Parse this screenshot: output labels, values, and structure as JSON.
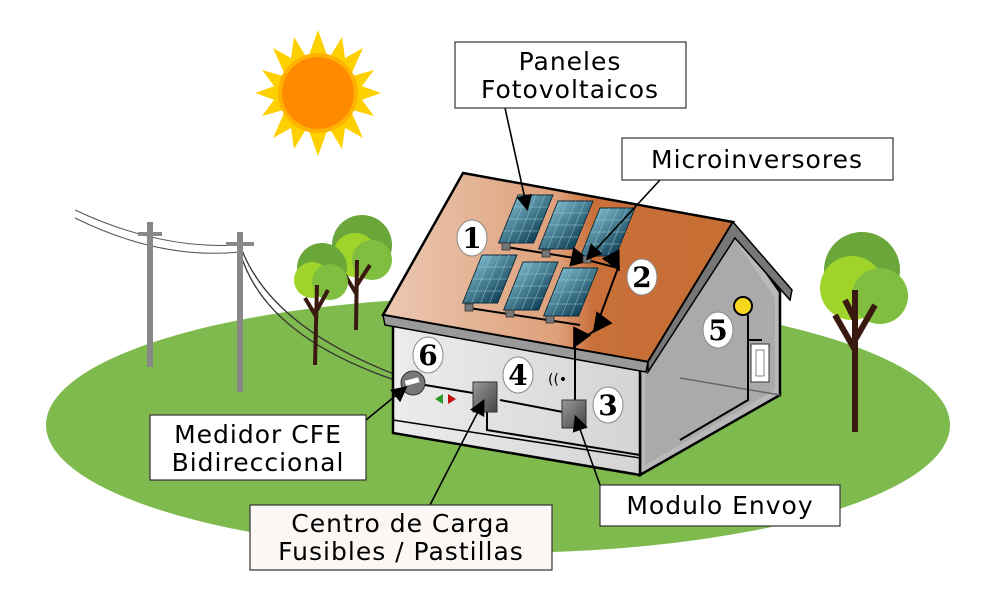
{
  "title": "Sistema solar fotovoltaico con microinversores",
  "labels": {
    "panels_line1": "Paneles",
    "panels_line2": "Fotovoltaicos",
    "microinverters": "Microinversores",
    "meter_line1": "Medidor CFE",
    "meter_line2": "Bidireccional",
    "load_center_line1": "Centro de Carga",
    "load_center_line2": "Fusibles / Pastillas",
    "envoy": "Modulo Envoy"
  },
  "numbers": [
    "1",
    "2",
    "3",
    "4",
    "5",
    "6"
  ],
  "colors": {
    "ground": "#7fba4e",
    "roof_light": "#e8bfa6",
    "roof_dark": "#c97236",
    "wall": "#e0e0e0",
    "sun_center": "#ff8a00",
    "sun_rays": "#ffd000",
    "panel": "#2d6b86",
    "tree_leaf": "#9fd42a"
  }
}
